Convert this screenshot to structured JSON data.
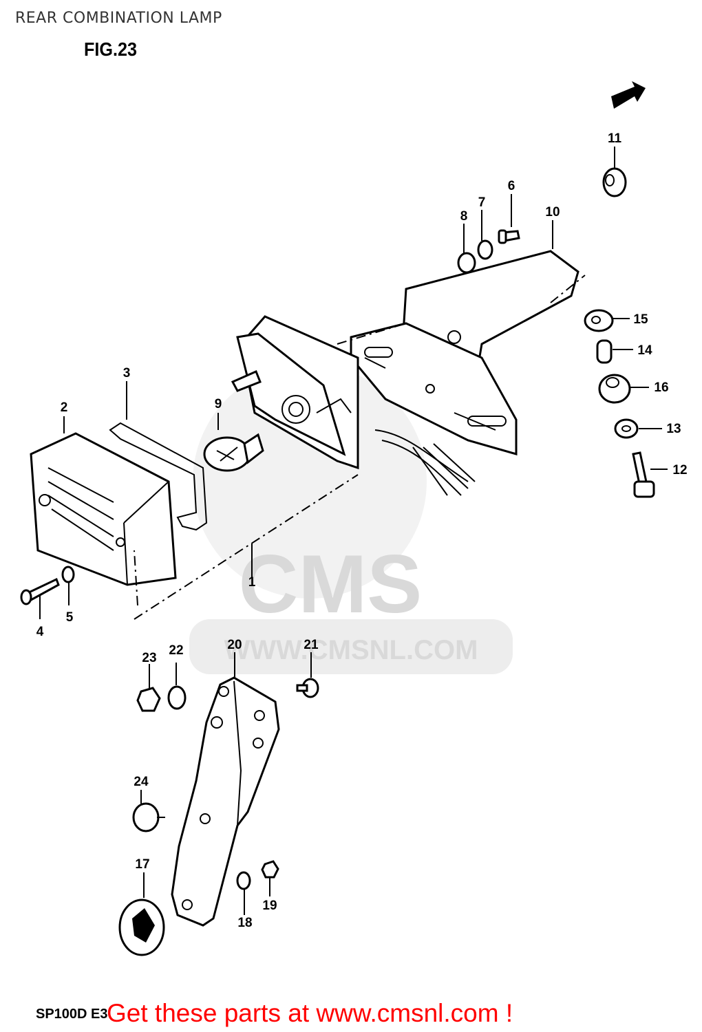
{
  "title": "REAR COMBINATION LAMP",
  "figure_label": "FIG.23",
  "model_code": "SP100D E3",
  "footer_text": "Get these parts at www.cmsnl.com !",
  "watermark": {
    "logo_text": "CMS",
    "url_text": "WWW.CMSNL.COM"
  },
  "callouts": [
    "1",
    "2",
    "3",
    "4",
    "5",
    "6",
    "7",
    "8",
    "9",
    "10",
    "11",
    "12",
    "13",
    "14",
    "15",
    "16",
    "17",
    "18",
    "19",
    "20",
    "21",
    "22",
    "23",
    "24"
  ],
  "colors": {
    "footer": "#ff0000",
    "line": "#000000",
    "watermark": "#d9d9d9"
  }
}
